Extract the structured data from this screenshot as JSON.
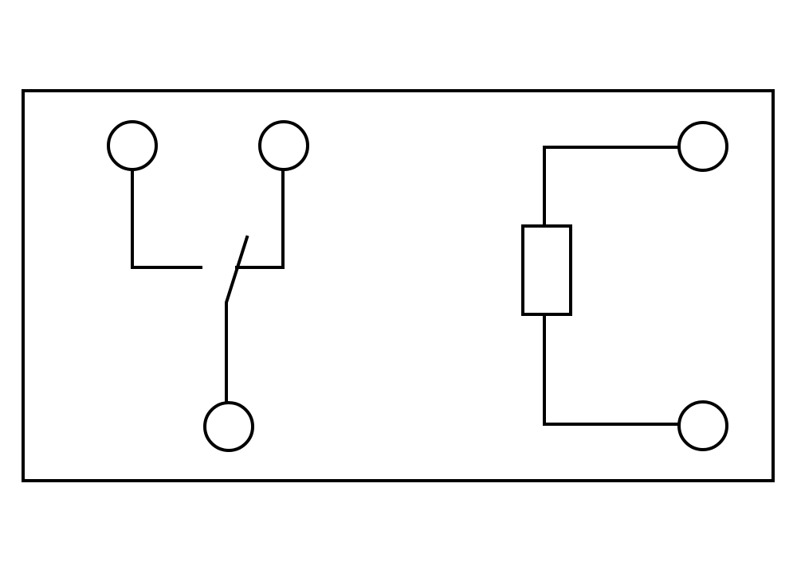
{
  "diagram": {
    "type": "relay-schematic",
    "colors": {
      "line": "#000000",
      "background": "#ffffff"
    },
    "components": [
      {
        "id": "switch",
        "kind": "changeover-contact",
        "terminals": [
          "common",
          "normally-closed",
          "normally-open"
        ]
      },
      {
        "id": "coil",
        "kind": "relay-coil",
        "terminals": [
          "coil-top",
          "coil-bottom"
        ]
      }
    ],
    "terminal_count": 5
  }
}
